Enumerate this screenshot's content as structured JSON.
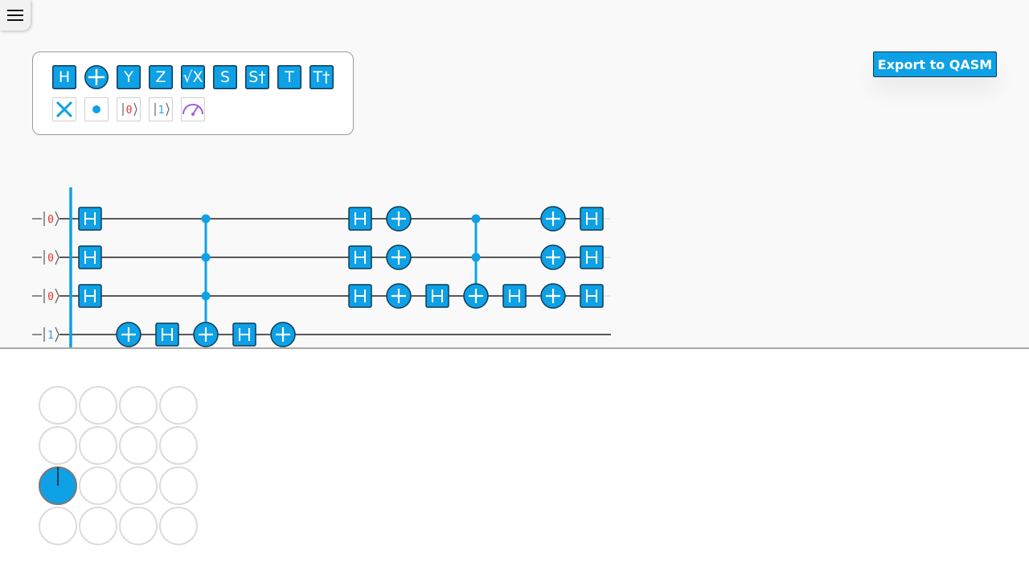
{
  "app": {
    "export_label": "Export to QASM",
    "menu_icon": "hamburger-icon",
    "accent": "#0ea1e6",
    "dark_stroke": "#0d3b57",
    "measure_color": "#a35ed6",
    "zero_color": "#e8312f",
    "one_color": "#2aa0e0"
  },
  "palette": {
    "row1": [
      {
        "name": "h-gate",
        "label": "H",
        "kind": "box"
      },
      {
        "name": "cnot-gate",
        "label": "",
        "kind": "plus"
      },
      {
        "name": "y-gate",
        "label": "Y",
        "kind": "box"
      },
      {
        "name": "z-gate",
        "label": "Z",
        "kind": "box"
      },
      {
        "name": "sqrt-x-gate",
        "label": "√X",
        "kind": "box"
      },
      {
        "name": "s-gate",
        "label": "S",
        "kind": "box"
      },
      {
        "name": "s-dagger-gate",
        "label": "S†",
        "kind": "box"
      },
      {
        "name": "t-gate",
        "label": "T",
        "kind": "box"
      },
      {
        "name": "t-dagger-gate",
        "label": "T†",
        "kind": "box"
      }
    ],
    "row2": [
      {
        "name": "swap-gate",
        "kind": "swap"
      },
      {
        "name": "control-dot",
        "kind": "dot"
      },
      {
        "name": "reset-zero",
        "kind": "ket",
        "value": "0"
      },
      {
        "name": "reset-one",
        "kind": "ket",
        "value": "1"
      },
      {
        "name": "measure",
        "kind": "meter"
      }
    ]
  },
  "circuit": {
    "qubits": [
      {
        "init": "0",
        "measured": "1"
      },
      {
        "init": "0",
        "measured": "0"
      },
      {
        "init": "0",
        "measured": "0"
      },
      {
        "init": "1",
        "measured": null
      }
    ],
    "columns": [
      [
        {
          "q": 0,
          "t": "H"
        },
        {
          "q": 1,
          "t": "H"
        },
        {
          "q": 2,
          "t": "H"
        }
      ],
      [
        {
          "q": 3,
          "t": "X"
        }
      ],
      [
        {
          "q": 3,
          "t": "H"
        }
      ],
      [
        {
          "q": 0,
          "t": "C"
        },
        {
          "q": 1,
          "t": "C"
        },
        {
          "q": 2,
          "t": "C"
        },
        {
          "q": 3,
          "t": "X"
        }
      ],
      [
        {
          "q": 3,
          "t": "H"
        }
      ],
      [
        {
          "q": 3,
          "t": "X"
        }
      ],
      [],
      [
        {
          "q": 0,
          "t": "H"
        },
        {
          "q": 1,
          "t": "H"
        },
        {
          "q": 2,
          "t": "H"
        }
      ],
      [
        {
          "q": 0,
          "t": "X"
        },
        {
          "q": 1,
          "t": "X"
        },
        {
          "q": 2,
          "t": "X"
        }
      ],
      [
        {
          "q": 2,
          "t": "H"
        }
      ],
      [
        {
          "q": 0,
          "t": "C"
        },
        {
          "q": 1,
          "t": "C"
        },
        {
          "q": 2,
          "t": "X"
        }
      ],
      [
        {
          "q": 2,
          "t": "H"
        }
      ],
      [
        {
          "q": 0,
          "t": "X"
        },
        {
          "q": 1,
          "t": "X"
        },
        {
          "q": 2,
          "t": "X"
        }
      ],
      [
        {
          "q": 0,
          "t": "H"
        },
        {
          "q": 1,
          "t": "H"
        },
        {
          "q": 2,
          "t": "H"
        }
      ]
    ]
  },
  "state_grid": {
    "rows": 4,
    "cols": 4,
    "amplitudes": [
      0,
      0,
      0,
      0,
      0,
      0,
      0,
      0,
      1,
      0,
      0,
      0,
      0,
      0,
      0,
      0
    ]
  }
}
